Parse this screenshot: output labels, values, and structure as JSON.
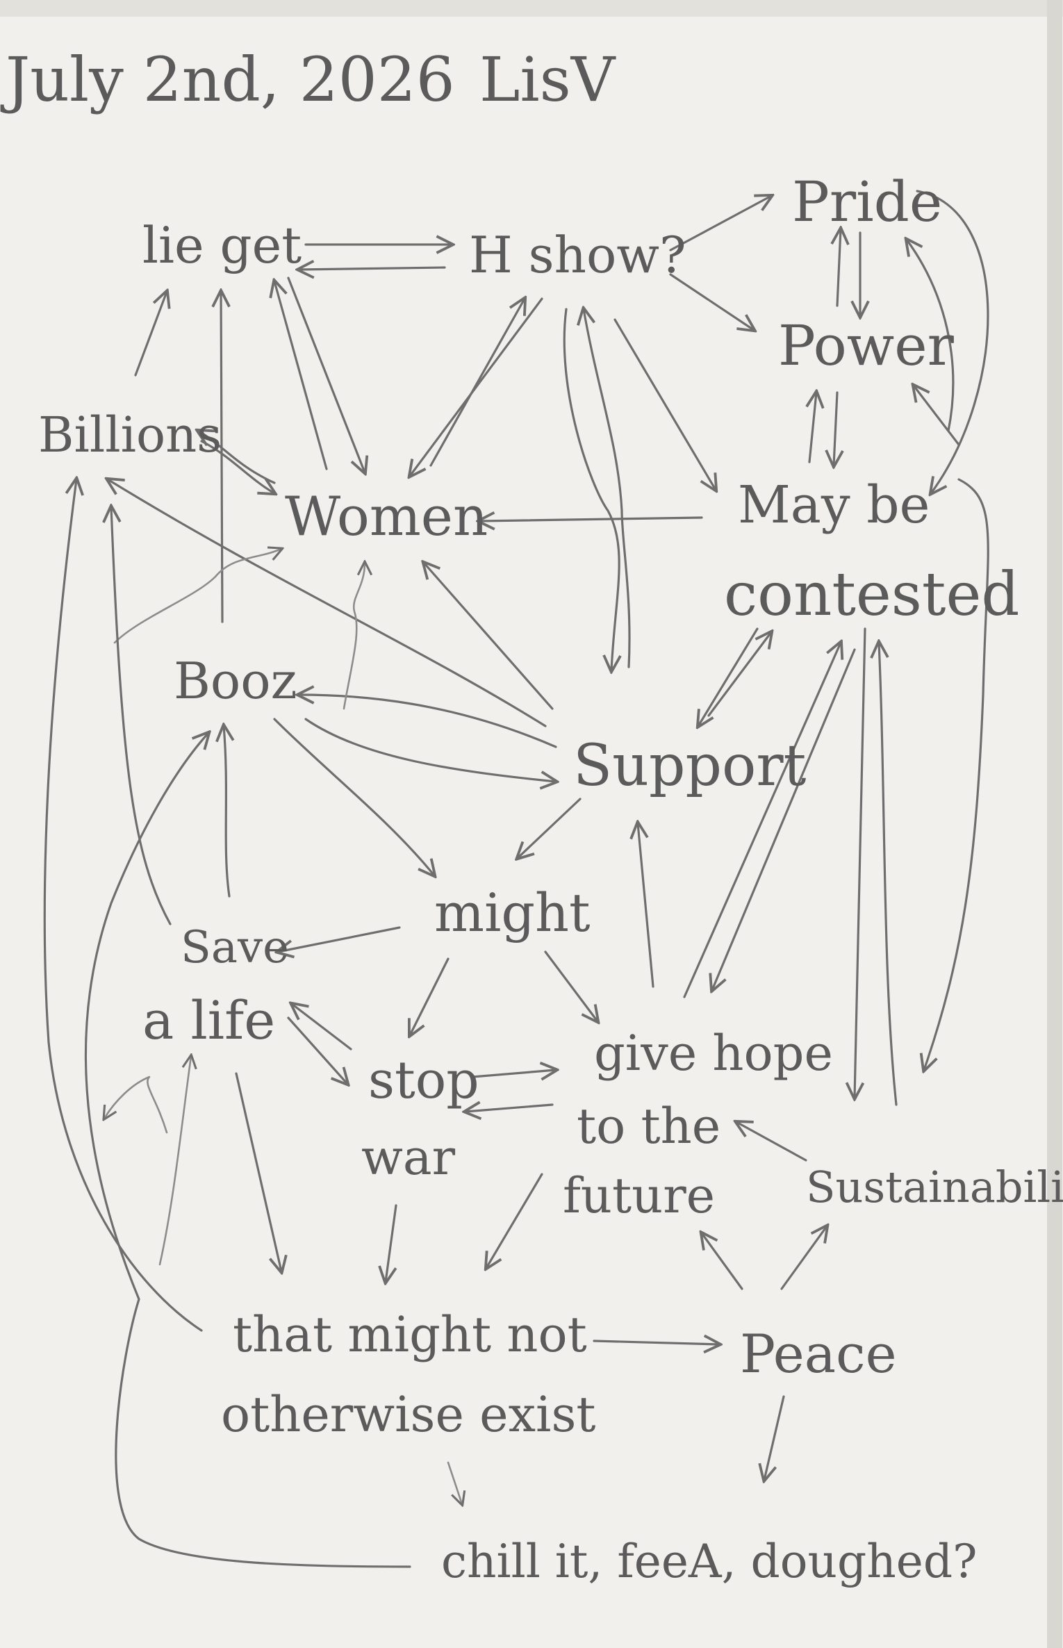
{
  "header": {
    "date": "July 2nd, 2026",
    "author": "LisV"
  },
  "nodes": {
    "liegit": "lie get",
    "hshow": "H show?",
    "pride": "Pride",
    "power": "Power",
    "billions": "Billions",
    "women": "Women",
    "maybe_line1": "May be",
    "maybe_line2": "contested",
    "booz": "Booz",
    "support": "Support",
    "might": "might",
    "save_line1": "Save",
    "save_line2": "a life",
    "stopwar_line1": "stop",
    "stopwar_line2": "war",
    "givehope_line1": "give hope",
    "givehope_line2": "to the",
    "givehope_line3": "future",
    "sustainability": "Sustainability",
    "thatmight_line1": "that might not",
    "thatmight_line2": "otherwise exist",
    "peace": "Peace",
    "chill": "chill it, feeA, doughed?"
  },
  "colors": {
    "paper": "#f1f0ec",
    "pencil": "#5b5b5b",
    "stroke": "#6e6e6e"
  }
}
